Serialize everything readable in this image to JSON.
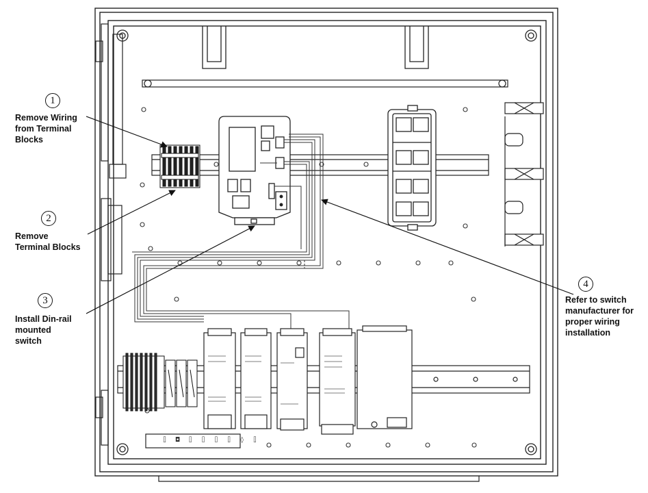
{
  "callouts": [
    {
      "id": "1",
      "text": "Remove Wiring\nfrom Terminal\nBlocks"
    },
    {
      "id": "2",
      "text": "Remove\nTerminal Blocks"
    },
    {
      "id": "3",
      "text": "Install Din-rail\nmounted\nswitch"
    },
    {
      "id": "4",
      "text": "Refer to switch\nmanufacturer for\nproper wiring\ninstallation"
    }
  ],
  "panel": {
    "switch_strip_label": "⌷ ◘ ⌷ ⌷ ⌷ ⌷ ◊ ⌷"
  }
}
